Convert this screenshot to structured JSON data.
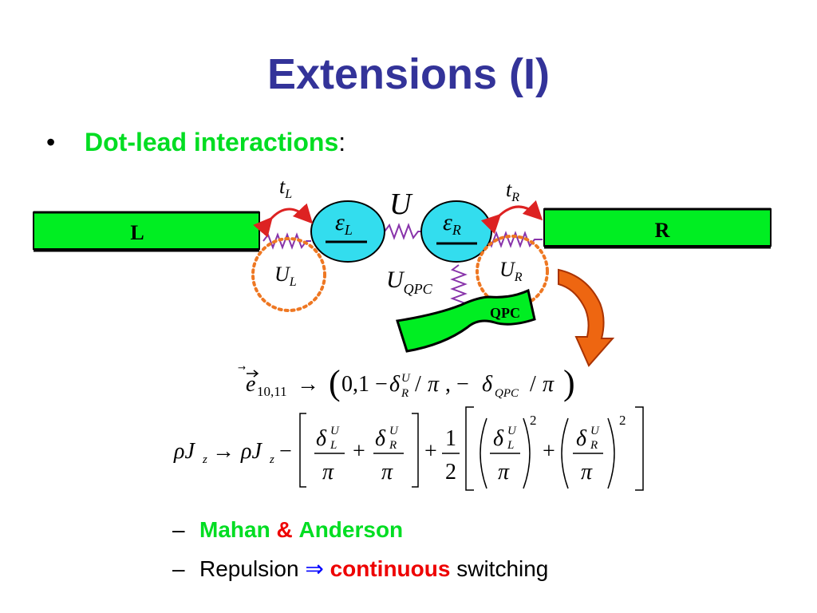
{
  "slide": {
    "title": "Extensions (I)",
    "bullet_marker": "•",
    "bullet_text_highlight": "Dot-lead interactions",
    "bullet_text_rest": ":"
  },
  "diagram": {
    "lead_left_label": "L",
    "lead_right_label": "R",
    "qpc_label": "QPC",
    "colors": {
      "lead_green": "#00ee22",
      "dot_cyan": "#33ddee",
      "spring_purple": "#8833aa",
      "arrow_red": "#dd2222",
      "circle_orange": "#ee7722",
      "title_blue": "#333399"
    }
  },
  "subpoints": {
    "dash": "–",
    "first_name_a": "Mahan",
    "first_amp": "&",
    "first_name_b": "Anderson",
    "second_pre": "Repulsion",
    "second_arrow": "⇒",
    "second_highlight": "continuous",
    "second_post": "switching"
  }
}
